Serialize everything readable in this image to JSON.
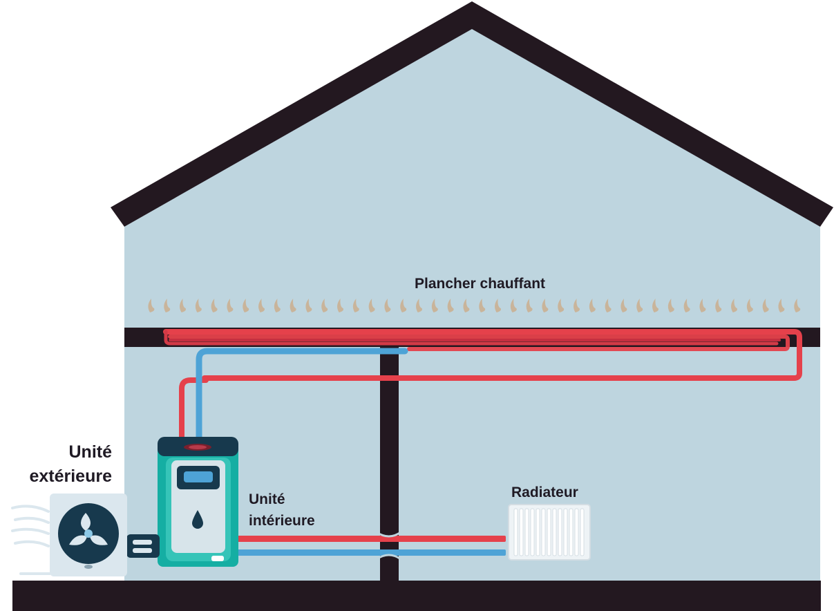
{
  "labels": {
    "floor_heating": "Plancher chauffant",
    "outdoor_unit_line1": "Unité",
    "outdoor_unit_line2": "extérieure",
    "indoor_unit_line1": "Unité",
    "indoor_unit_line2": "intérieure",
    "radiator": "Radiateur"
  },
  "colors": {
    "wall": "#bed5df",
    "structure": "#231820",
    "hot_pipe": "#e5414b",
    "cold_pipe": "#4ea3d6",
    "indoor_unit": "#15aea3",
    "outdoor_unit": "#dbe7ee",
    "heat_flame": "#c9b49a"
  },
  "icons": {
    "fan": "fan-icon",
    "water_drop": "water-drop-icon",
    "wind": "wind-lines-icon"
  }
}
